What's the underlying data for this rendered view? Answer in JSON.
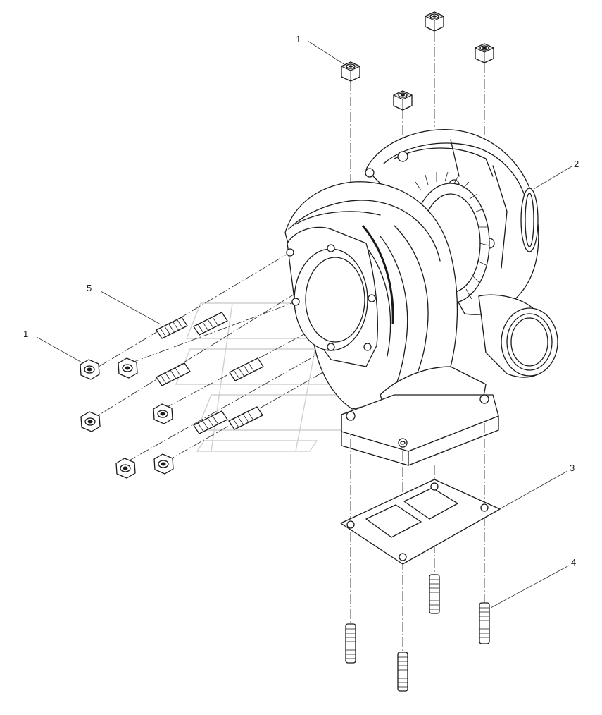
{
  "diagram": {
    "callouts": [
      {
        "id": "callout-1-top",
        "label": "1",
        "part": "nut"
      },
      {
        "id": "callout-1-left",
        "label": "1",
        "part": "nut"
      },
      {
        "id": "callout-2",
        "label": "2",
        "part": "turbocharger"
      },
      {
        "id": "callout-3",
        "label": "3",
        "part": "gasket"
      },
      {
        "id": "callout-4",
        "label": "4",
        "part": "stud"
      },
      {
        "id": "callout-5",
        "label": "5",
        "part": "stud"
      }
    ]
  },
  "colors": {
    "line": "#1a1a1a",
    "background": "#ffffff",
    "watermark": "#d0d0d0"
  }
}
